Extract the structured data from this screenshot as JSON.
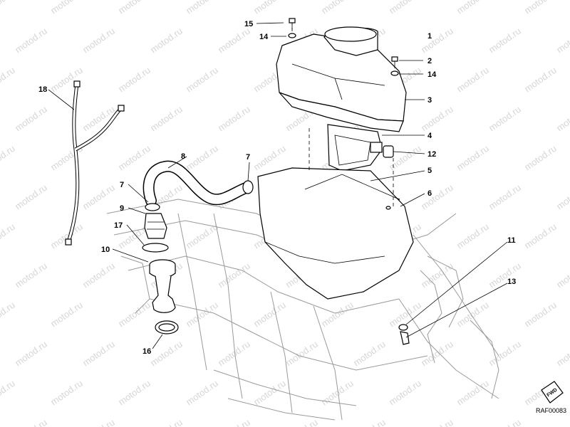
{
  "diagram": {
    "watermark": "motod.ru",
    "reference_code": "RAF00083",
    "fwd_label": "FWD",
    "callouts": [
      "15",
      "14",
      "1",
      "2",
      "14",
      "3",
      "18",
      "4",
      "12",
      "7",
      "8",
      "5",
      "6",
      "7",
      "9",
      "17",
      "10",
      "11",
      "13",
      "16"
    ]
  }
}
